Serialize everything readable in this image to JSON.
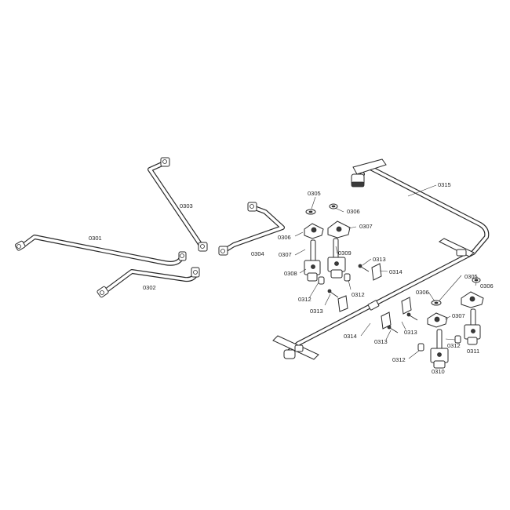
{
  "labels": {
    "p0301": "0301",
    "p0302": "0302",
    "p0303": "0303",
    "p0304": "0304",
    "p0305a": "0305",
    "p0305b": "0305",
    "p0306a": "0306",
    "p0306b": "0306",
    "p0306c": "0306",
    "p0306d": "0306",
    "p0307a": "0307",
    "p0307b": "0307",
    "p0307c": "0307",
    "p0308": "0308",
    "p0309": "0309",
    "p0310": "0310",
    "p0311": "0311",
    "p0312a": "0312",
    "p0312b": "0312",
    "p0312c": "0312",
    "p0312d": "0312",
    "p0313a": "0313",
    "p0313b": "0313",
    "p0313c": "0313",
    "p0313d": "0313",
    "p0314a": "0314",
    "p0314b": "0314",
    "p0315": "0315"
  }
}
